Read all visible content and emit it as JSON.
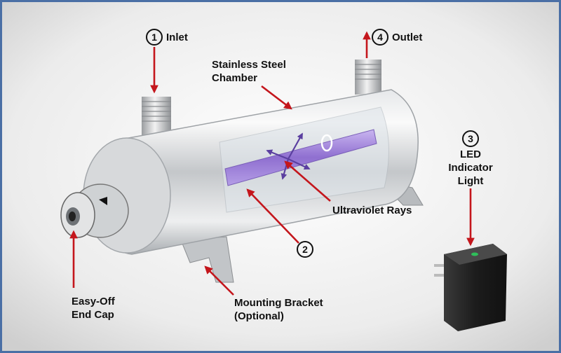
{
  "labels": {
    "inlet": {
      "number": "1",
      "text": "Inlet"
    },
    "outlet": {
      "number": "4",
      "text": "Outlet"
    },
    "chamber": {
      "line1": "Stainless Steel",
      "line2": "Chamber"
    },
    "uv_rays": "Ultraviolet Rays",
    "lamp_number": "2",
    "led": {
      "number": "3",
      "line1": "LED",
      "line2": "Indicator",
      "line3": "Light"
    },
    "end_cap": {
      "line1": "Easy-Off",
      "line2": "End Cap"
    },
    "bracket": {
      "line1": "Mounting Bracket",
      "line2": "(Optional)"
    }
  },
  "colors": {
    "arrow": "#c4161c",
    "uv_ray": "#5b3fa0",
    "lamp": "#9b7fd4",
    "led": "#2fbf5a",
    "frame": "#4a6fa5"
  }
}
